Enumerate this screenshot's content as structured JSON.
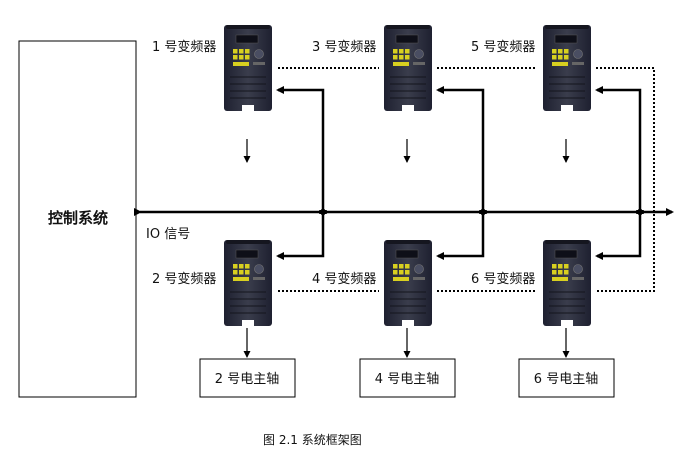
{
  "control_system": {
    "label": "控制系统"
  },
  "bus": {
    "label": "IO 信号"
  },
  "inverters": [
    {
      "id": 1,
      "label": "1 号变频器",
      "row": "top",
      "col": 0
    },
    {
      "id": 3,
      "label": "3 号变频器",
      "row": "top",
      "col": 1
    },
    {
      "id": 5,
      "label": "5 号变频器",
      "row": "top",
      "col": 2
    },
    {
      "id": 2,
      "label": "2 号变频器",
      "row": "bottom",
      "col": 0
    },
    {
      "id": 4,
      "label": "4 号变频器",
      "row": "bottom",
      "col": 1
    },
    {
      "id": 6,
      "label": "6 号变频器",
      "row": "bottom",
      "col": 2
    }
  ],
  "spindles": [
    {
      "id": 2,
      "label": "2 号电主轴"
    },
    {
      "id": 4,
      "label": "4 号电主轴"
    },
    {
      "id": 6,
      "label": "6 号电主轴"
    }
  ],
  "caption": "图 2.1   系统框架图",
  "colors": {
    "line": "#000000",
    "device_body": "#2a2d3a",
    "device_keys": "#d8d020"
  }
}
